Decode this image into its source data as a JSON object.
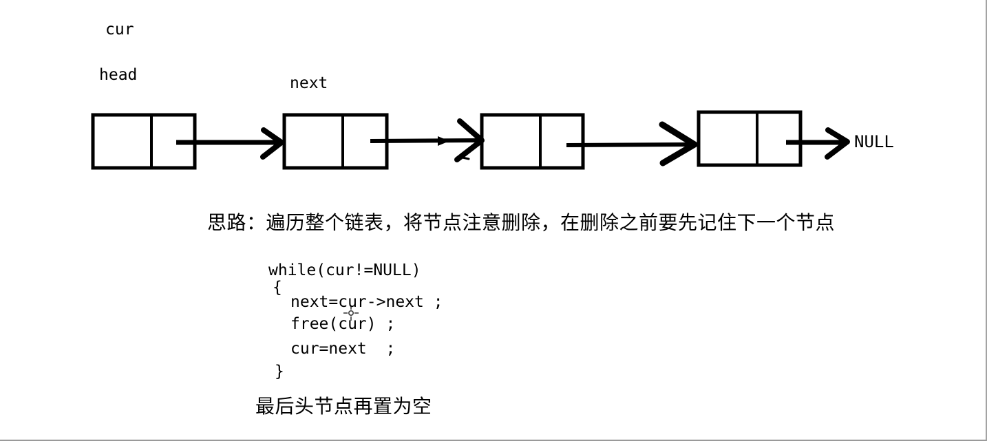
{
  "diagram": {
    "labels": {
      "cur": "cur",
      "head": "head",
      "next": "next"
    },
    "null_label": "NULL",
    "node_count": 4
  },
  "notes": {
    "idea_line": "思路：遍历整个链表，将节点注意删除，在删除之前要先记住下一个节点",
    "final_line": "最后头节点再置为空"
  },
  "code": {
    "lines": [
      "while(cur!=NULL)",
      "{",
      "next=cur->next ;",
      "free(cur) ;",
      "cur=next  ;",
      "}"
    ]
  },
  "colors": {
    "ink": "#000000",
    "background": "#ffffff",
    "canvas_border": "#a3a3a3"
  }
}
